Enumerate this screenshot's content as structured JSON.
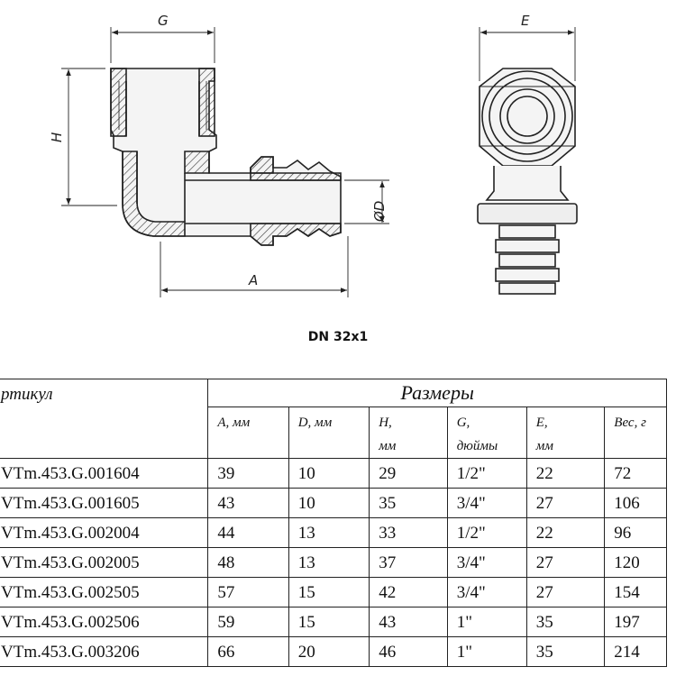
{
  "drawing": {
    "dimension_labels": {
      "g": "G",
      "e": "E",
      "h": "H",
      "a": "A",
      "d": "ØD"
    },
    "caption": "DN 32x1"
  },
  "table": {
    "header_article": "ртикул",
    "header_group": "Размеры",
    "columns": [
      {
        "line1": "A, мм",
        "line2": ""
      },
      {
        "line1": "D, мм",
        "line2": ""
      },
      {
        "line1": "H,",
        "line2": "мм"
      },
      {
        "line1": "G,",
        "line2": "дюймы"
      },
      {
        "line1": "E,",
        "line2": "мм"
      },
      {
        "line1": "Вес, г",
        "line2": ""
      }
    ],
    "rows": [
      {
        "article": "VTm.453.G.001604",
        "a": "39",
        "d": "10",
        "h": "29",
        "g": "1/2\"",
        "e": "22",
        "w": "72"
      },
      {
        "article": "VTm.453.G.001605",
        "a": "43",
        "d": "10",
        "h": "35",
        "g": "3/4\"",
        "e": "27",
        "w": "106"
      },
      {
        "article": "VTm.453.G.002004",
        "a": "44",
        "d": "13",
        "h": "33",
        "g": "1/2\"",
        "e": "22",
        "w": "96"
      },
      {
        "article": "VTm.453.G.002005",
        "a": "48",
        "d": "13",
        "h": "37",
        "g": "3/4\"",
        "e": "27",
        "w": "120"
      },
      {
        "article": "VTm.453.G.002505",
        "a": "57",
        "d": "15",
        "h": "42",
        "g": "3/4\"",
        "e": "27",
        "w": "154"
      },
      {
        "article": "VTm.453.G.002506",
        "a": "59",
        "d": "15",
        "h": "43",
        "g": "1\"",
        "e": "35",
        "w": "197"
      },
      {
        "article": "VTm.453.G.003206",
        "a": "66",
        "d": "20",
        "h": "46",
        "g": "1\"",
        "e": "35",
        "w": "214"
      }
    ]
  }
}
